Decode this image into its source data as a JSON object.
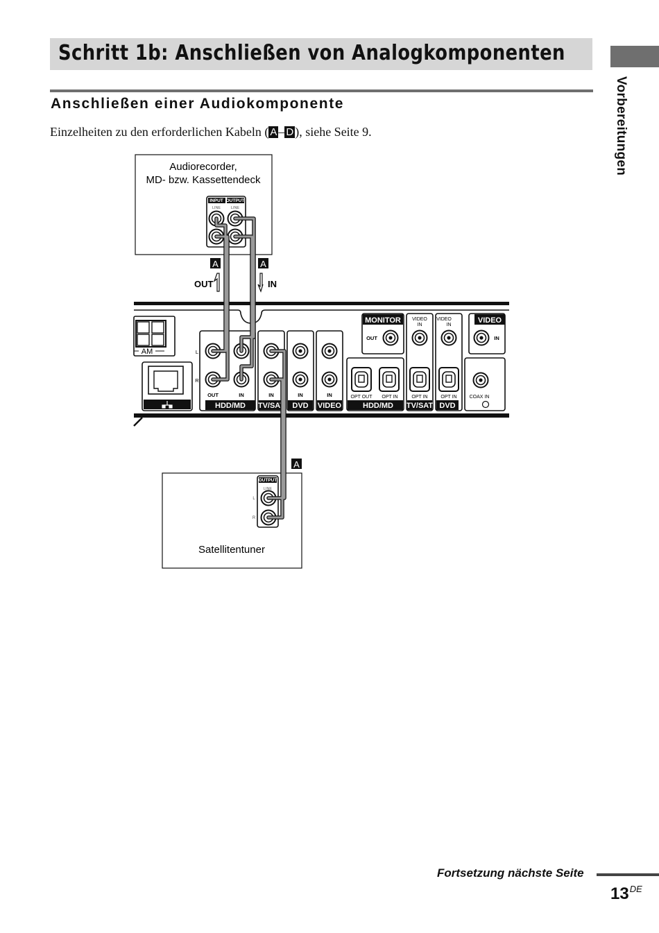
{
  "header": {
    "title": "Schritt 1b: Anschließen von Analogkomponenten",
    "side_label": "Vorbereitungen"
  },
  "section": {
    "subtitle": "Anschließen einer Audiokomponente",
    "intro_before": "Einzelheiten zu den erforderlichen Kabeln (",
    "cable_from": "A",
    "dash": "–",
    "cable_to": "D",
    "intro_after": "), siehe Seite 9."
  },
  "diagram": {
    "recorder": {
      "line1": "Audiorecorder,",
      "line2": "MD- bzw. Kassettendeck",
      "input_label": "INPUT",
      "output_label": "OUTPUT",
      "line_label_in": "LINE",
      "line_label_out": "LINE"
    },
    "cable_marks": {
      "left": "A",
      "right": "A",
      "lower": "A",
      "out": "OUT",
      "in": "IN"
    },
    "receiver": {
      "am_label": "AM",
      "l_label": "L",
      "r_label": "R",
      "out_label": "OUT",
      "in_label": "IN",
      "hdd_md": "HDD/MD",
      "tv_sat": "TV/SAT",
      "dvd": "DVD",
      "video": "VIDEO",
      "monitor": "MONITOR",
      "monitor_out": "OUT",
      "video_in": "VIDEO",
      "video_in_sub": "IN",
      "video_section": "VIDEO",
      "video_section_in": "IN",
      "opt_out": "OPT OUT",
      "opt_in": "OPT IN",
      "coax_in": "COAX IN"
    },
    "tuner": {
      "name": "Satellitentuner",
      "output_label": "OUTPUT",
      "line_label": "LINE",
      "l_label": "L",
      "r_label": "R"
    }
  },
  "footer": {
    "continue": "Fortsetzung nächste Seite",
    "page": "13",
    "suffix": "DE"
  }
}
